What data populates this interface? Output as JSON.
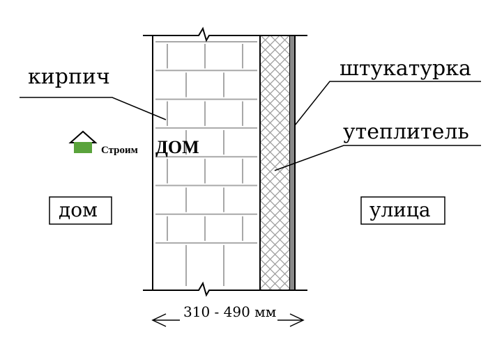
{
  "labels": {
    "brick": "кирпич",
    "plaster": "штукатурка",
    "insulation": "утеплитель",
    "inside": "дом",
    "outside": "улица"
  },
  "dimension": {
    "text": "310 - 490 мм"
  },
  "watermark": {
    "small": "Строим",
    "big": "ДОМ",
    "icon": "house-icon",
    "icon_color": "#5aa33c"
  },
  "colors": {
    "line": "#000000",
    "mortar": "#a8a8a8",
    "hatch": "#9a9a9a",
    "plaster": "#8a8a8a"
  }
}
